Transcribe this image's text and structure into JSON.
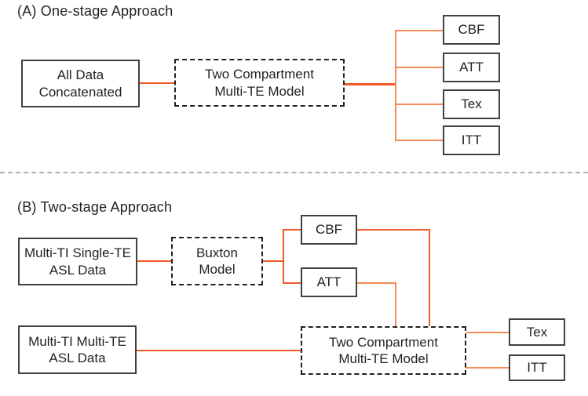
{
  "colors": {
    "accent": "#F15A29",
    "accent_light": "#F58A55",
    "border": "#414042",
    "text": "#231F20",
    "divider": "#B3B3B3",
    "background": "#FFFFFF"
  },
  "section_a": {
    "title": "(A) One-stage Approach",
    "input_box": "All Data\nConcatenated",
    "model_box": "Two Compartment\nMulti-TE Model",
    "outputs": [
      "CBF",
      "ATT",
      "Tex",
      "ITT"
    ]
  },
  "section_b": {
    "title": "(B) Two-stage Approach",
    "input_box_1": "Multi-TI Single-TE\nASL Data",
    "stage1_model_box": "Buxton\nModel",
    "stage1_outputs": [
      "CBF",
      "ATT"
    ],
    "input_box_2": "Multi-TI Multi-TE\nASL Data",
    "stage2_model_box": "Two Compartment\nMulti-TE Model",
    "stage2_outputs": [
      "Tex",
      "ITT"
    ]
  }
}
